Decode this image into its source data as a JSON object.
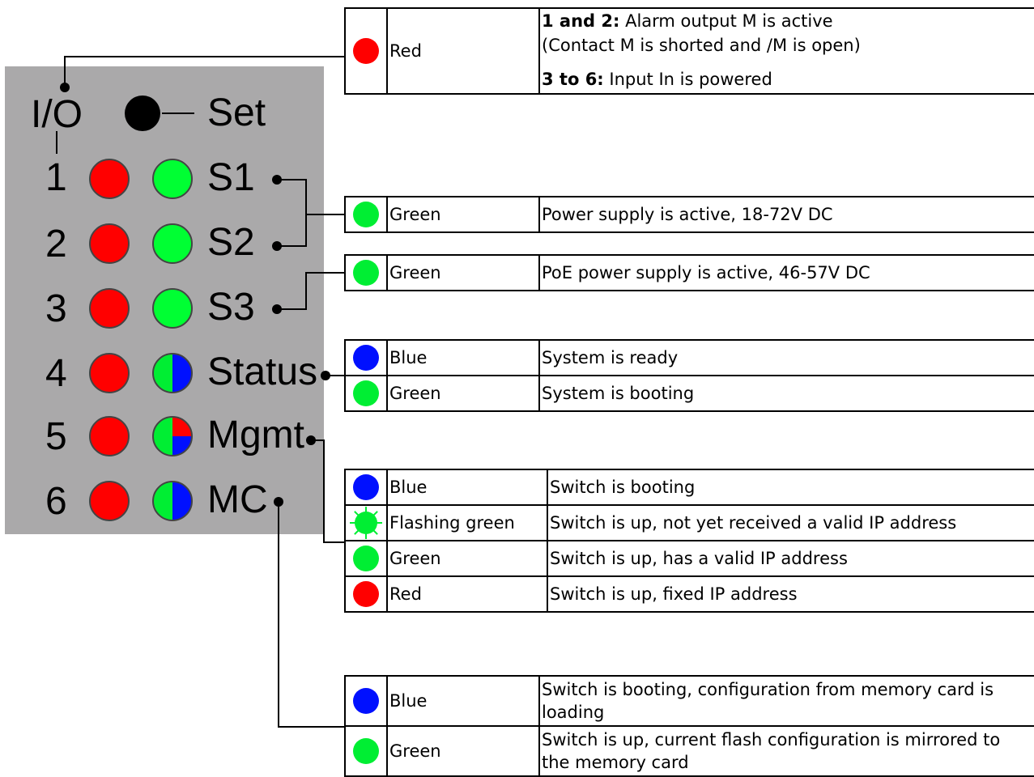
{
  "device": {
    "io_label": "I/O",
    "set_label": "Set",
    "rows": [
      {
        "number": "1",
        "label": "S1"
      },
      {
        "number": "2",
        "label": "S2"
      },
      {
        "number": "3",
        "label": "S3"
      },
      {
        "number": "4",
        "label": "Status"
      },
      {
        "number": "5",
        "label": "Mgmt"
      },
      {
        "number": "6",
        "label": "MC"
      }
    ]
  },
  "colors": {
    "panel": "#aaa9aa",
    "red": "#ff0000",
    "green": "#00ee33",
    "blue": "#0010ff"
  },
  "legends": {
    "io": {
      "color": "Red",
      "line1_bold": "1 and 2:",
      "line1_text": " Alarm output M is active",
      "line2": "(Contact M is shorted and /M is open)",
      "line3_bold": "3 to 6:",
      "line3_text": " Input In is powered"
    },
    "s1s2": {
      "color": "Green",
      "desc": "Power supply is active, 18-72V DC"
    },
    "s3": {
      "color": "Green",
      "desc": "PoE power supply is active, 46-57V DC"
    },
    "status": [
      {
        "color": "Blue",
        "desc": "System is ready"
      },
      {
        "color": "Green",
        "desc": "System is booting"
      }
    ],
    "mgmt": [
      {
        "color": "Blue",
        "desc": "Switch is booting"
      },
      {
        "color": "Flashing green",
        "desc": "Switch is up, not yet received a valid IP address"
      },
      {
        "color": "Green",
        "desc": "Switch is up, has a valid IP address"
      },
      {
        "color": "Red",
        "desc": "Switch is up, fixed IP address"
      }
    ],
    "mc": [
      {
        "color": "Blue",
        "desc": "Switch is booting, configuration from memory card is loading"
      },
      {
        "color": "Green",
        "desc": "Switch is up, current flash configuration is mirrored to the memory card"
      }
    ]
  }
}
